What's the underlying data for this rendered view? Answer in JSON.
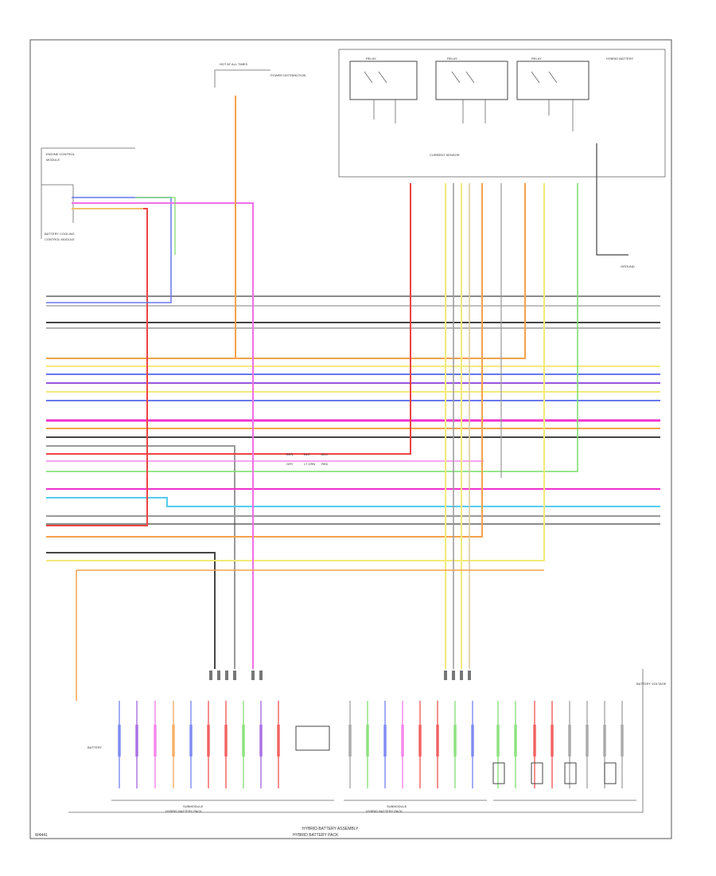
{
  "diagram": {
    "top_fuse_label": "HOT AT ALL TIMES",
    "top_fuse_note": "POWER DISTRIBUTION",
    "left_module_title": "ENGINE CONTROL",
    "left_module_note": "MODULE",
    "left_connector_title": "BATTERY COOLING",
    "left_connector_note": "CONTROL MODULE",
    "relay1_label": "RELAY",
    "relay2_label": "RELAY",
    "relay3_label": "RELAY",
    "relay_note_right": "HYBRID BATTERY",
    "current_sensor_label": "CURRENT SENSOR",
    "ground_label_right": "GROUND",
    "center_table": [
      "BRN",
      "BLK",
      "BLU",
      "GRY",
      "LT GRN",
      "RED"
    ],
    "bottom_left_module": "BATTERY",
    "bottom_mid_module_left": "SUBMODULE",
    "bottom_mid_module_left_note": "HYBRID BATTERY PACK",
    "bottom_mid_module_right": "SUBMODULE",
    "bottom_mid_module_right_note": "HYBRID BATTERY PACK",
    "bottom_right_note": "BATTERY VOLTAGE",
    "bottom_caption_1": "HYBRID BATTERY ASSEMBLY",
    "bottom_caption_2": "HYBRID BATTERY PACK",
    "page_id": "W4441"
  },
  "colors": {
    "orange": "#f4a24a",
    "pink": "#f26fe6",
    "magenta": "#ee33cc",
    "red": "#ee4444",
    "yellow": "#f3ea7a",
    "blue": "#6677ee",
    "lightblue": "#55ccee",
    "green": "#77dd66",
    "gray": "#999999",
    "black": "#444444",
    "tan": "#d8c89a",
    "violet": "#9955dd"
  }
}
